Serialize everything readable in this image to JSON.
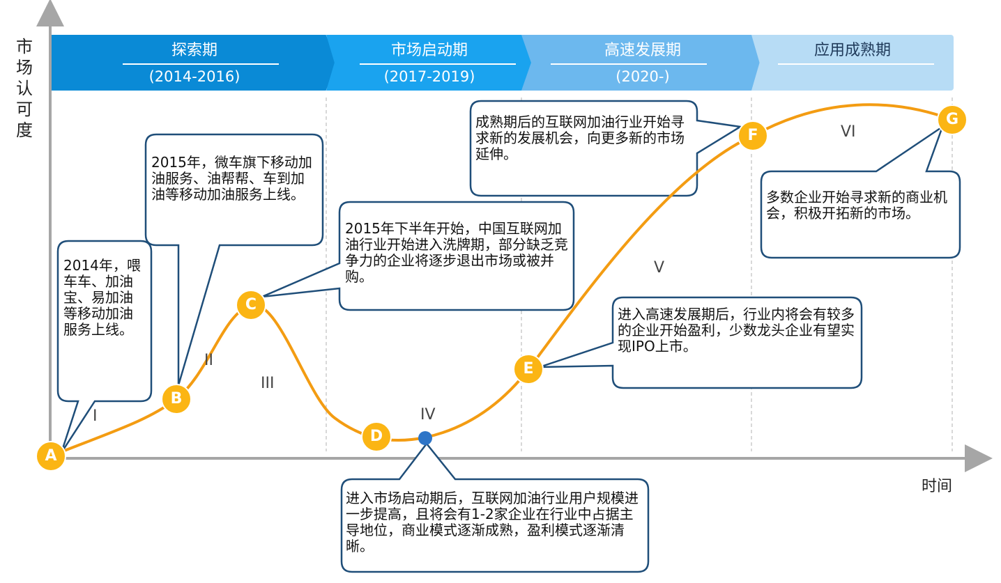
{
  "y_axis_label": "市场认可度",
  "x_axis_label": "时间",
  "phases": [
    {
      "name": "探索期",
      "years": "(2014-2016)",
      "color": "#0a8ad6"
    },
    {
      "name": "市场启动期",
      "years": "(2017-2019)",
      "color": "#1aa3ef"
    },
    {
      "name": "高速发展期",
      "years": "(2020-)",
      "color": "#6cb8ee"
    },
    {
      "name": "应用成熟期",
      "years": "",
      "color": "#b7dcf5"
    }
  ],
  "stages": [
    "I",
    "II",
    "III",
    "IV",
    "V",
    "VI"
  ],
  "nodes": [
    "A",
    "B",
    "C",
    "D",
    "E",
    "F",
    "G"
  ],
  "callouts": {
    "a": "2014年，喂车车、加油宝、易加油等移动加油服务上线。",
    "b": "2015年，微车旗下移动加油服务、油帮帮、车到加油等移动加油服务上线。",
    "c": "2015年下半年开始，中国互联网加油行业开始进入洗牌期，部分缺乏竞争力的企业将逐步退出市场或被并购。",
    "iv": "进入市场启动期后，互联网加油行业用户规模进一步提高，且将会有1-2家企业在行业中占据主导地位，商业模式逐渐成熟，盈利模式逐渐清晰。",
    "e": "进入高速发展期后，行业内将会有较多的企业开始盈利，少数龙头企业有望实现IPO上市。",
    "f": "成熟期后的互联网加油行业开始寻求新的发展机会，向更多新的市场延伸。",
    "g": "多数企业开始寻求新的商业机会，积极开拓新的市场。"
  },
  "colors": {
    "curve": "#f39c12",
    "node": "#fbb514",
    "point": "#2e75c7",
    "callout_border": "#1f4e79",
    "axis": "#a6a6a6"
  }
}
